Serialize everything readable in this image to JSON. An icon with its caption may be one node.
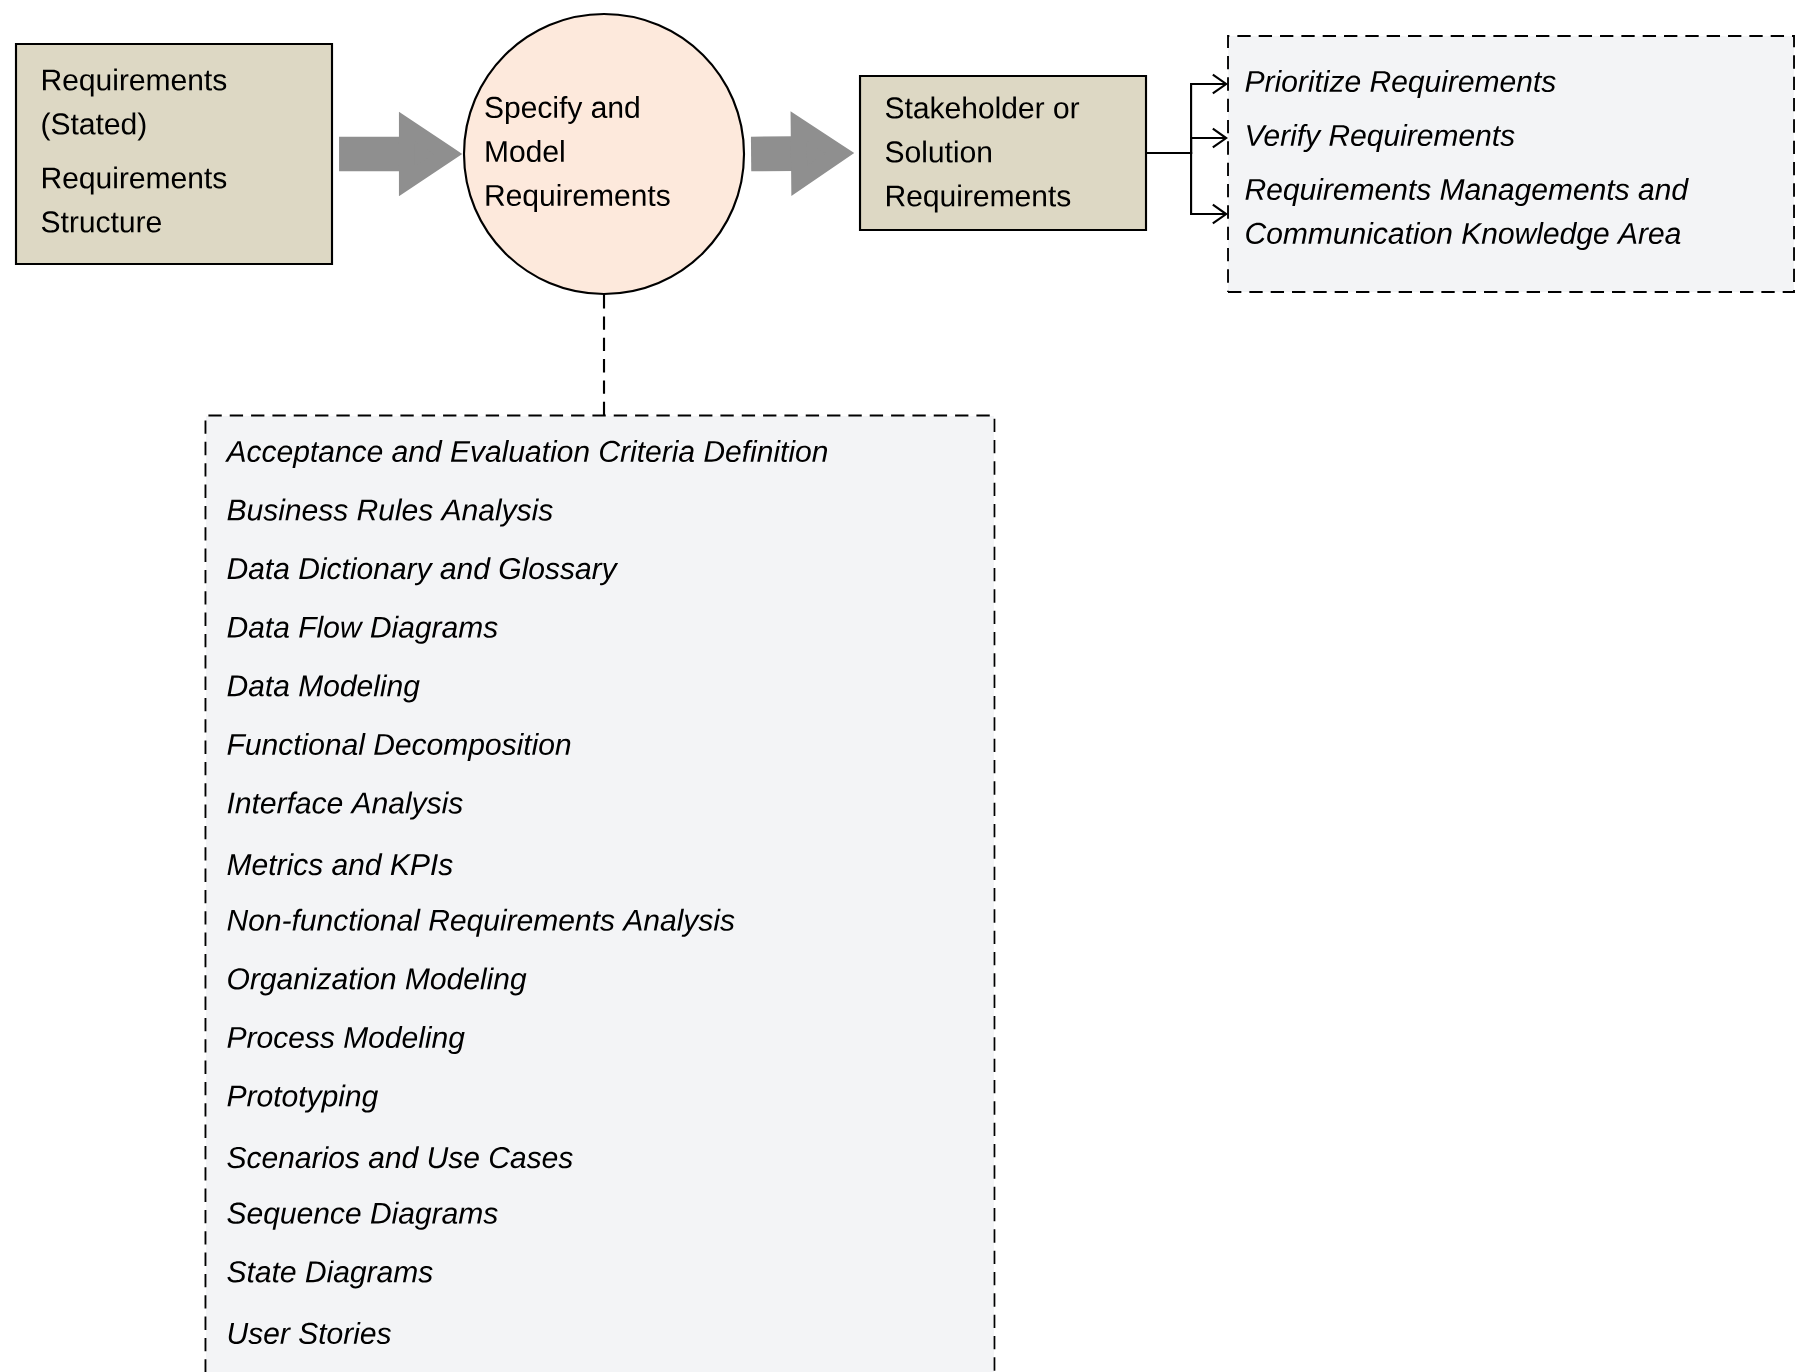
{
  "diagram": {
    "nodes": [
      {
        "text": [
          "Requirements (Stated)",
          "Requirements Structure"
        ]
      },
      {
        "text": [
          "Specify and Model Requirements"
        ]
      },
      {
        "text": [
          "Stakeholder or Solution Requirements"
        ]
      },
      {
        "text": [],
        "shape": "box"
      },
      {
        "text": [
          "Prioritize Requirements"
        ],
        "in": 3
      },
      {
        "text": [
          "Verify Requirements"
        ],
        "in": 3
      },
      {
        "text": [
          "Requirements Managements and Communication Knowledge Area"
        ],
        "in": 3
      },
      {
        "text": [
          "Acceptance and Evaluation Criteria Definition",
          "Business Rules Analysis",
          "Data Dictionary and Glossary",
          "Data Flow Diagrams",
          "Data Modeling",
          "Functional Decomposition",
          "Interface Analysis",
          "Metrics and KPIs",
          "Non-functional Requirements Analysis",
          "Organization Modeling",
          "Process Modeling",
          "Prototyping",
          "Scenarios and Use Cases",
          "Sequence Diagrams",
          "State Diagrams",
          "User Stories"
        ]
      }
    ],
    "edges": [
      {
        "from": 0,
        "to": 1,
        "arrow": "to",
        "style": "thick",
        "color": "#8f8f8f"
      },
      {
        "from": 1,
        "to": 2,
        "arrow": "to",
        "style": "thick",
        "color": "#8f8f8f"
      },
      {
        "from": 2,
        "to": 4,
        "arrow": "to"
      },
      {
        "from": 2,
        "to": 5,
        "arrow": "to"
      },
      {
        "from": 2,
        "to": 6,
        "arrow": "to"
      },
      {
        "from": 1,
        "to": 7,
        "arrow": "none",
        "style": "dashed"
      }
    ]
  }
}
